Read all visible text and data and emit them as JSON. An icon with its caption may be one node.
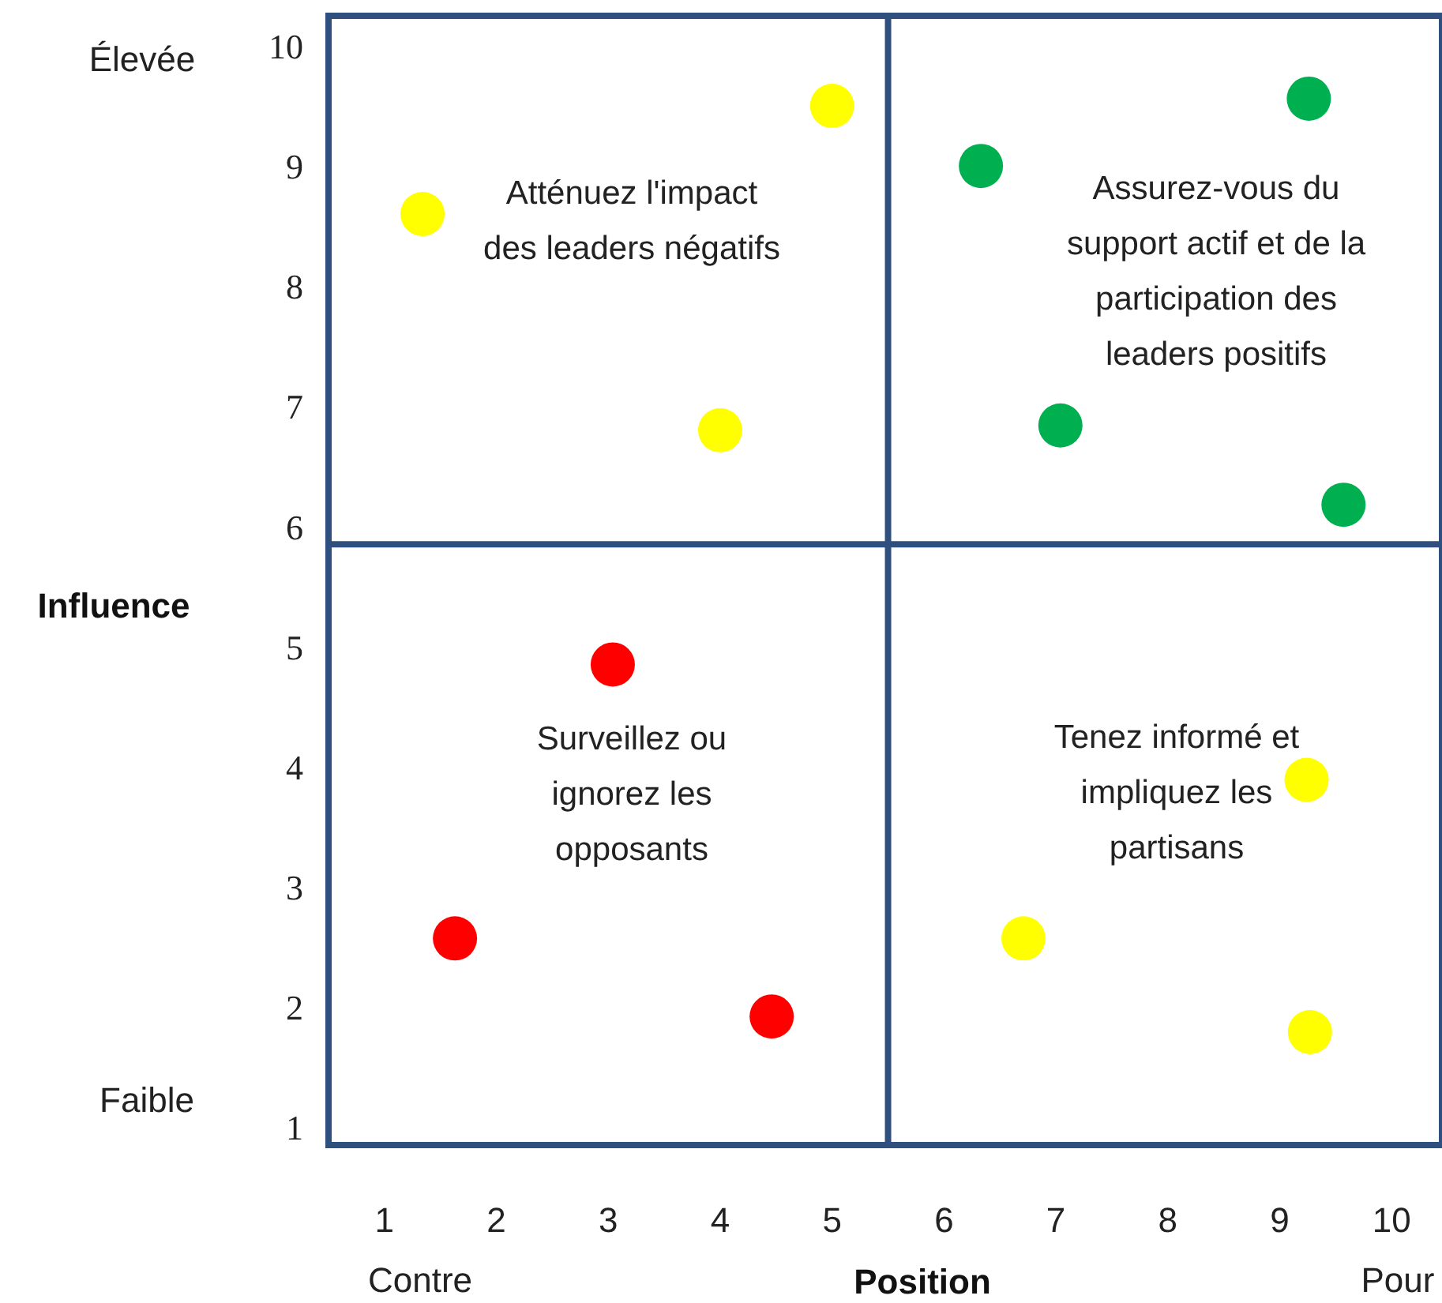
{
  "diagram": {
    "labels": [
      "Élevée",
      "Faible",
      "Contre",
      "Pour"
    ],
    "chart_data": {
      "type": "scatter",
      "xlabel": "Position",
      "ylabel": "Influence",
      "xlim": [
        0.5,
        10.45
      ],
      "ylim": [
        0.85,
        10.25
      ],
      "xticks": [
        1,
        2,
        3,
        4,
        5,
        6,
        7,
        8,
        9,
        10
      ],
      "yticks": [
        1,
        2,
        3,
        4,
        5,
        6,
        7,
        8,
        9,
        10
      ],
      "series": [
        {
          "color": "#ffff00",
          "x": [
            1.34,
            4.0,
            5.0,
            6.71,
            9.24,
            9.27
          ],
          "values": [
            8.6,
            6.8,
            9.5,
            2.57,
            3.89,
            1.79
          ]
        },
        {
          "color": "#00b050",
          "x": [
            6.33,
            7.04,
            9.26,
            9.57
          ],
          "values": [
            9.0,
            6.84,
            9.56,
            6.18
          ]
        },
        {
          "color": "#ff0000",
          "x": [
            1.63,
            3.04,
            4.46
          ],
          "values": [
            2.57,
            4.85,
            1.92
          ]
        }
      ],
      "ref_lines": [
        {
          "axis": "x",
          "value": 5.5
        },
        {
          "axis": "y",
          "value": 5.85
        }
      ],
      "annotations": [
        "Atténuez l'impact des leaders négatifs",
        "Assurez-vous du support actif et de la participation des leaders positifs",
        "Surveillez ou ignorez les opposants",
        "Tenez informé et impliquez les partisans"
      ]
    }
  }
}
